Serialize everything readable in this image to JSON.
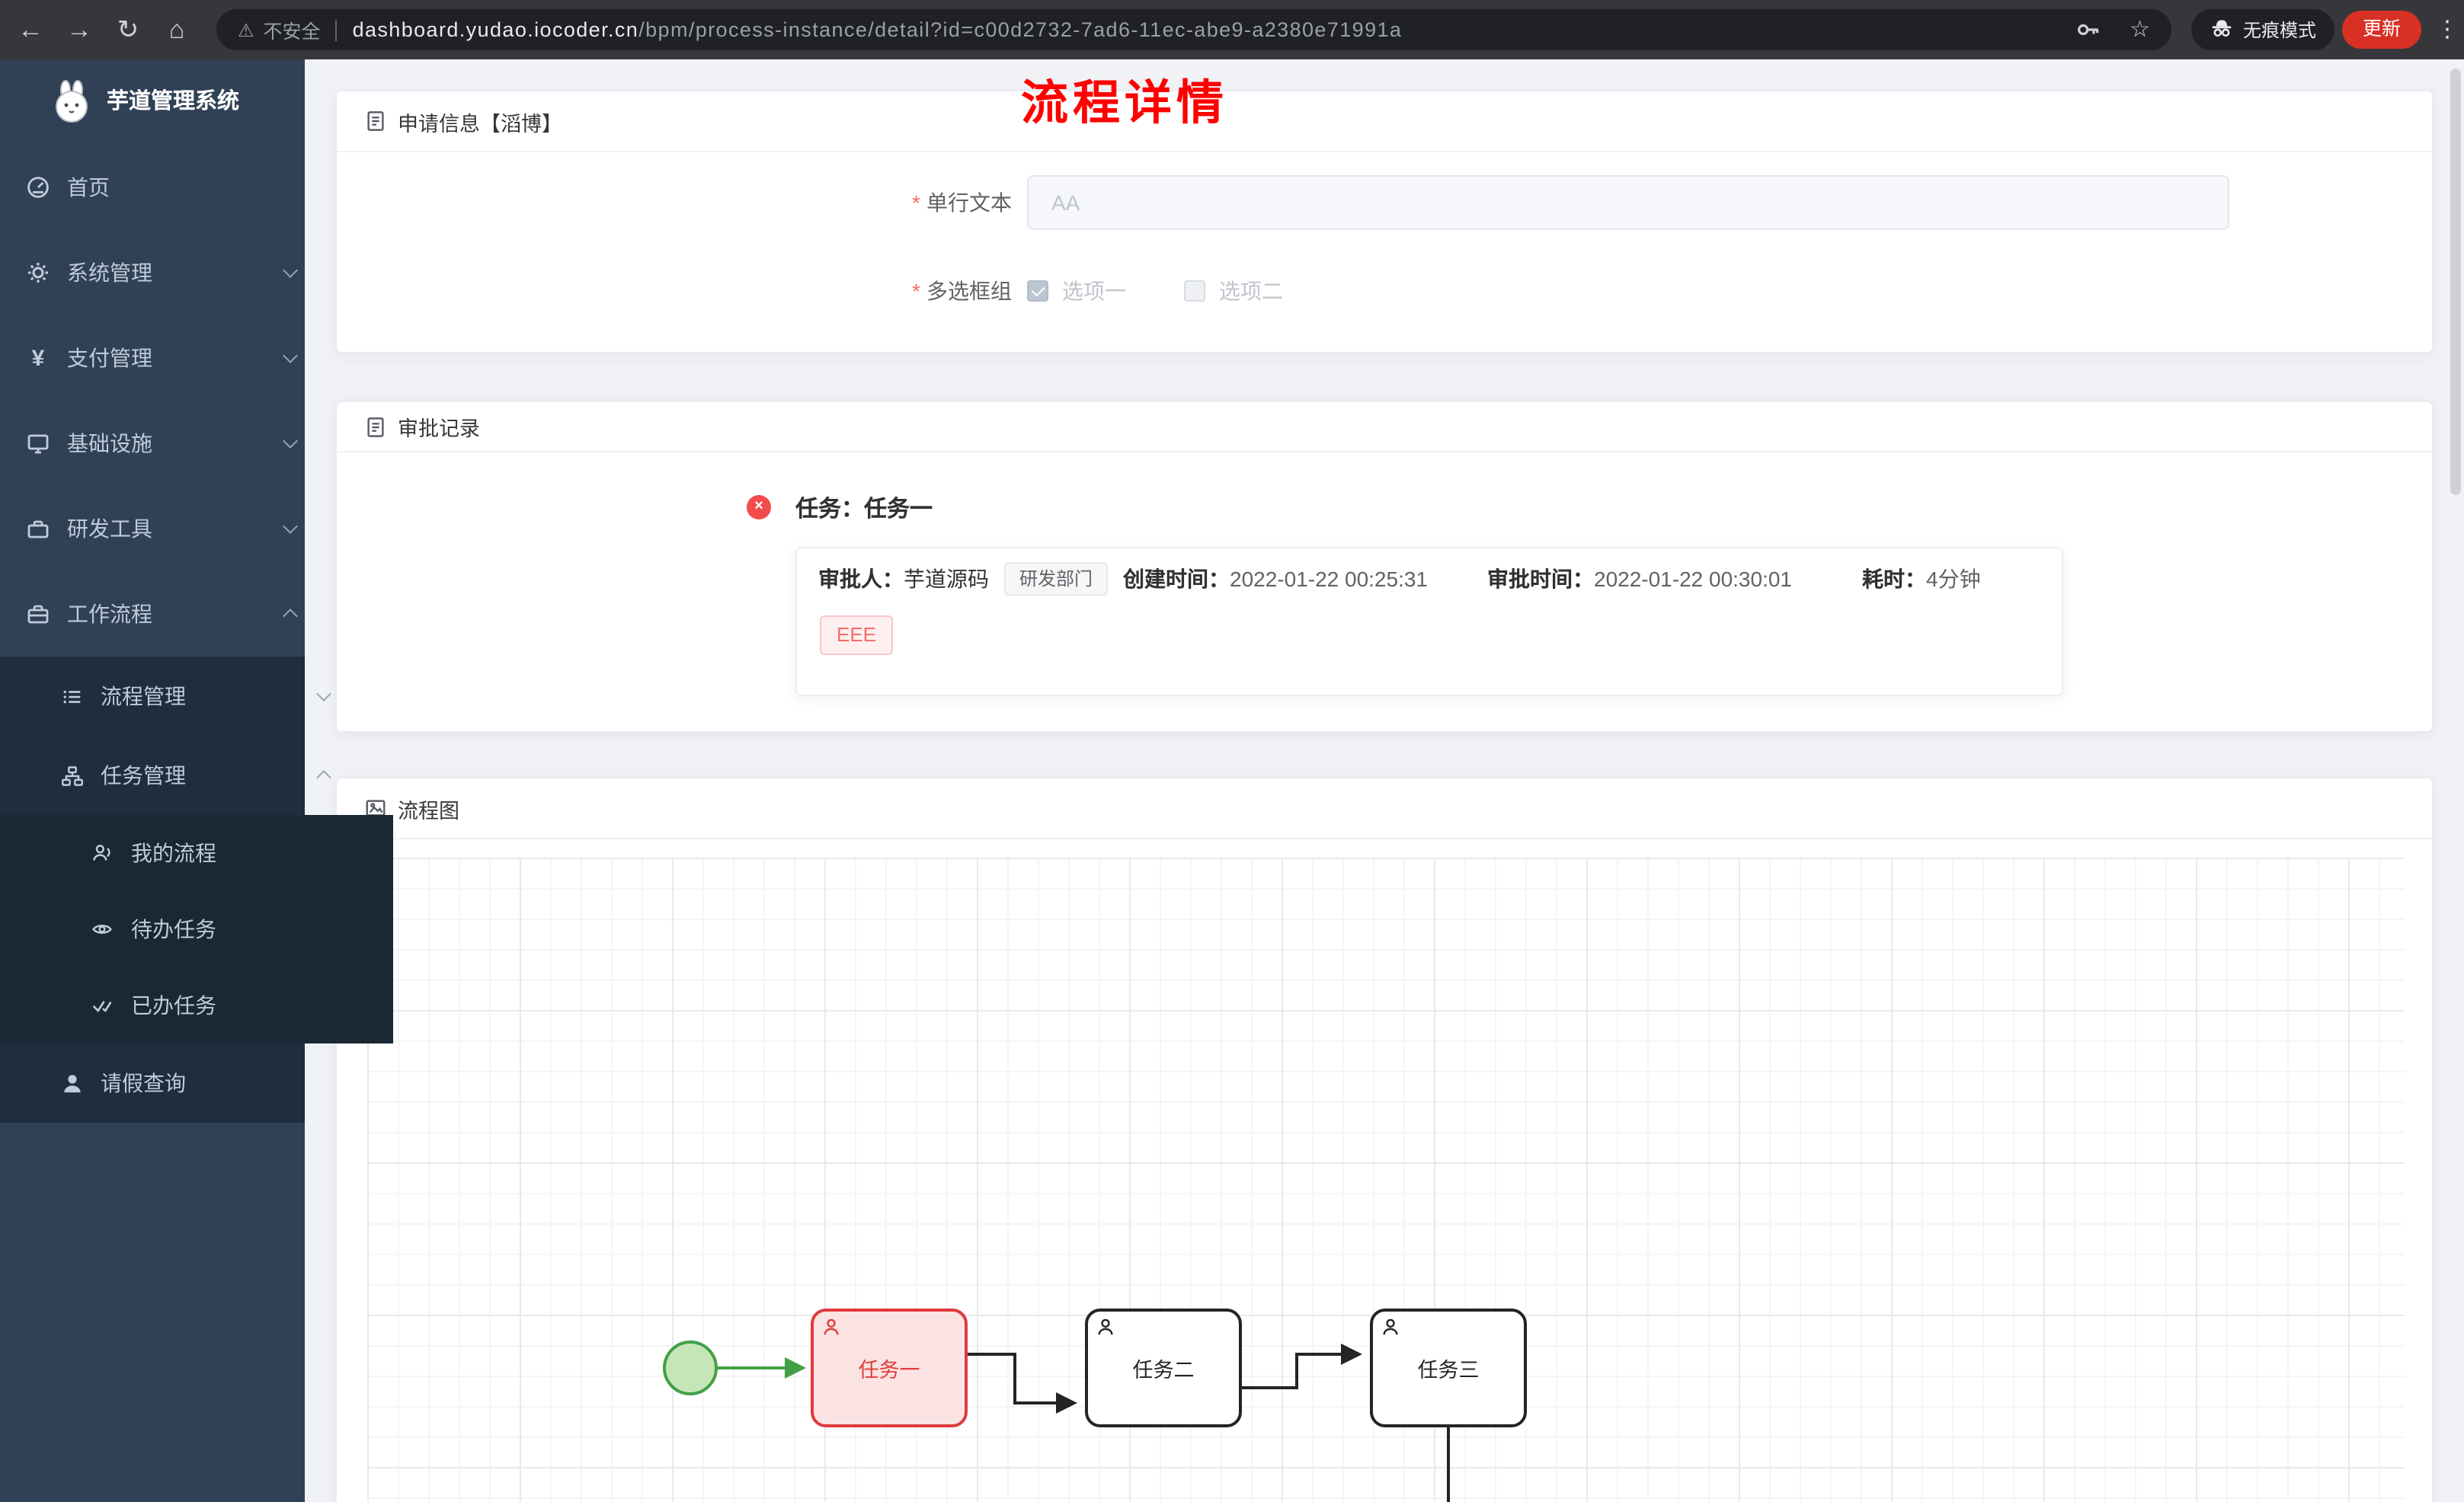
{
  "browser": {
    "security_label": "不安全",
    "url_domain": "dashboard.yudao.iocoder.cn",
    "url_path": "/bpm/process-instance/detail?id=c00d2732-7ad6-11ec-abe9-a2380e71991a",
    "incognito_label": "无痕模式",
    "update_label": "更新",
    "icons": {
      "back": "←",
      "forward": "→",
      "reload": "↻",
      "home": "⌂",
      "warning": "⚠",
      "star": "☆",
      "dots": "⋮",
      "yen": "¥"
    }
  },
  "sidebar": {
    "title": "芋道管理系统",
    "items": [
      {
        "label": "首页"
      },
      {
        "label": "系统管理"
      },
      {
        "label": "支付管理"
      },
      {
        "label": "基础设施"
      },
      {
        "label": "研发工具"
      },
      {
        "label": "工作流程"
      },
      {
        "label": "流程管理"
      },
      {
        "label": "任务管理"
      },
      {
        "label": "我的流程"
      },
      {
        "label": "待办任务"
      },
      {
        "label": "已办任务"
      },
      {
        "label": "请假查询"
      }
    ]
  },
  "page": {
    "title": "流程详情"
  },
  "cards": {
    "apply": {
      "header": "申请信息【滔博】",
      "fields": [
        {
          "label": "单行文本",
          "value": "AA"
        },
        {
          "label": "多选框组",
          "options": [
            {
              "label": "选项一",
              "checked": true
            },
            {
              "label": "选项二",
              "checked": false
            }
          ]
        }
      ]
    },
    "records": {
      "header": "审批记录",
      "task_title": "任务：任务一",
      "approver_label": "审批人：",
      "approver_name": "芋道源码",
      "dept_tag": "研发部门",
      "create_label": "创建时间：",
      "create_time": "2022-01-22 00:25:31",
      "approve_label": "审批时间：",
      "approve_time": "2022-01-22 00:30:01",
      "duration_label": "耗时：",
      "duration_value": "4分钟",
      "comment_tag": "EEE"
    },
    "diagram": {
      "header": "流程图",
      "nodes": [
        {
          "label": "任务一",
          "status": "highlighted"
        },
        {
          "label": "任务二",
          "status": "normal"
        },
        {
          "label": "任务三",
          "status": "normal"
        }
      ]
    }
  },
  "colors": {
    "page_title": "#ff0000",
    "highlight_task": "#e03b3b",
    "start_event": "#43a047",
    "danger_tag": "#f56c6c",
    "sidebar_bg": "#304156"
  }
}
